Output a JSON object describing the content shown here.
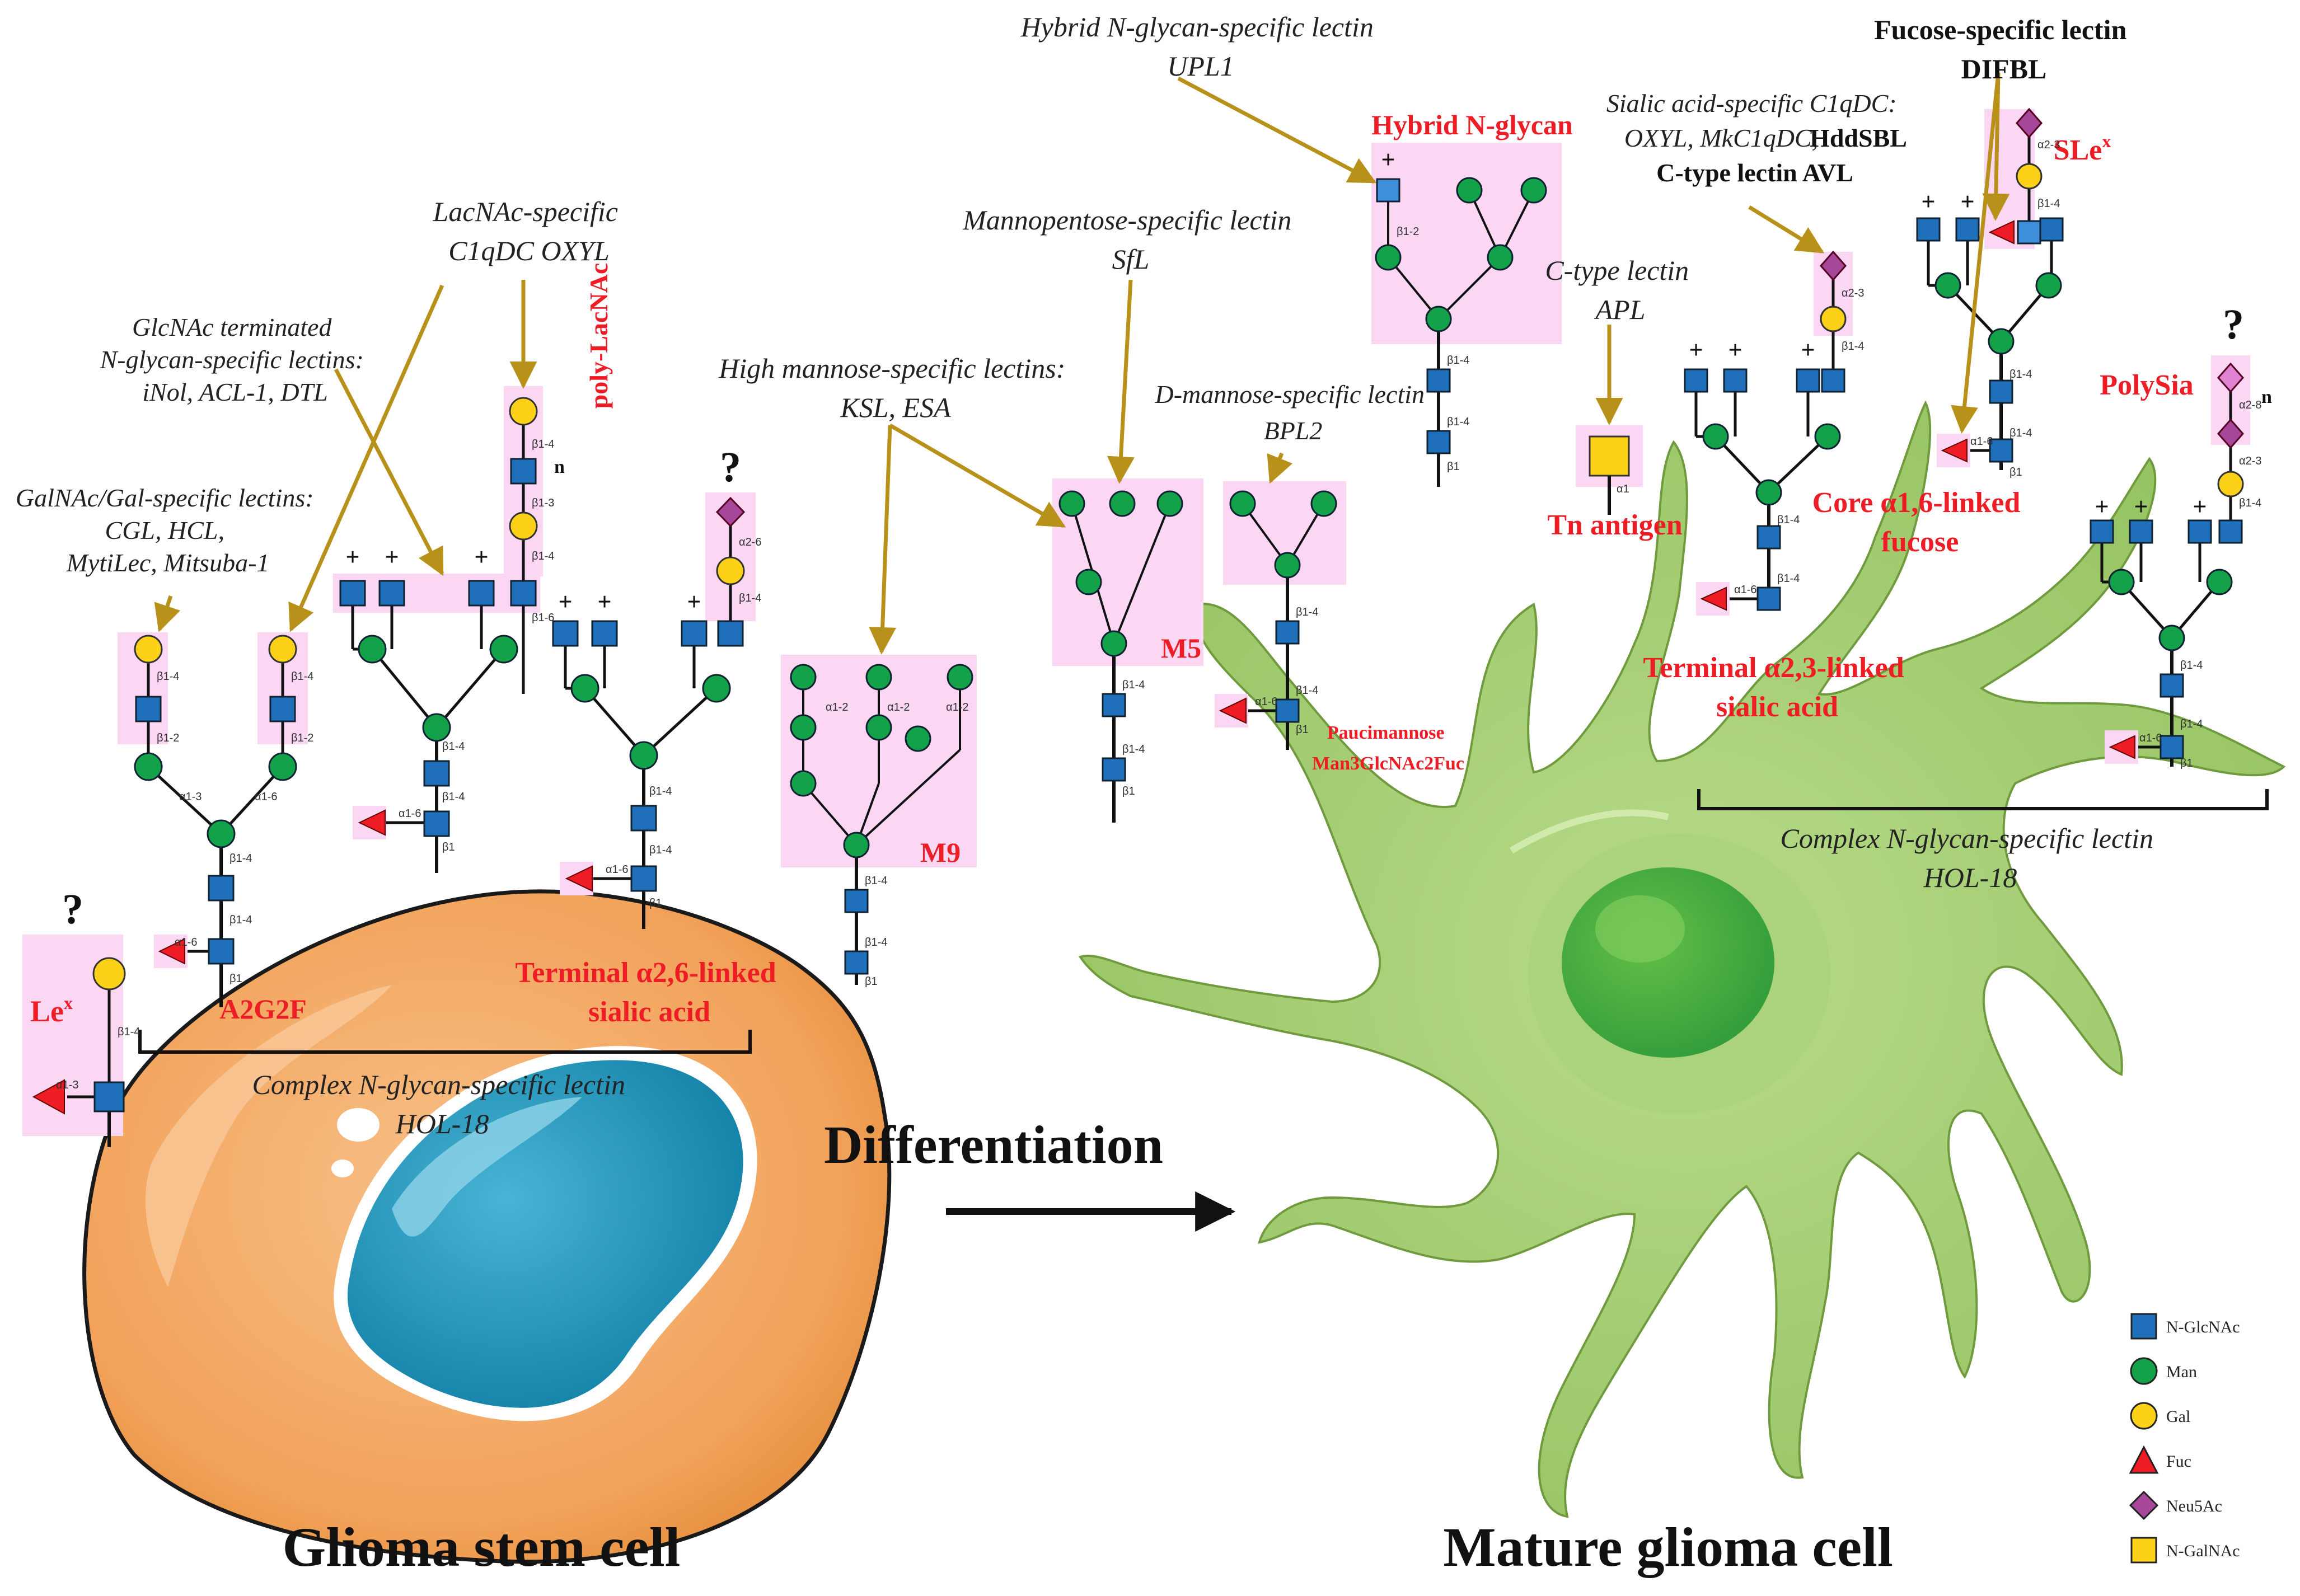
{
  "titles": {
    "left_cell": "Glioma stem cell",
    "right_cell": "Mature glioma cell",
    "process": "Differentiation"
  },
  "lectins": {
    "galnac_gal": [
      "GalNAc/Gal-specific lectins:",
      "CGL, HCL,",
      "MytiLec, Mitsuba-1"
    ],
    "glcnac_term": [
      "GlcNAc terminated",
      "N-glycan-specific lectins:",
      "iNol, ACL-1, DTL"
    ],
    "lacnac": [
      "LacNAc-specific",
      "C1qDC OXYL"
    ],
    "high_mannose": [
      "High mannose-specific lectins:",
      "KSL, ESA"
    ],
    "mannopentose": [
      "Mannopentose-specific lectin",
      "SfL"
    ],
    "d_mannose": [
      "D-mannose-specific lectin",
      "BPL2"
    ],
    "hybrid": [
      "Hybrid N-glycan-specific lectin",
      "UPL1"
    ],
    "ctype_apl": [
      "C-type lectin",
      "APL"
    ],
    "sialic": [
      "Sialic acid-specific C1qDC:",
      "OXYL, MkC1qDC,",
      "HddSBL",
      "C-type lectin AVL"
    ],
    "fucose": [
      "Fucose-specific lectin",
      "DIFBL"
    ],
    "complex_left": [
      "Complex N-glycan-specific lectin",
      "HOL-18"
    ],
    "complex_right": [
      "Complex N-glycan-specific lectin",
      "HOL-18"
    ]
  },
  "glycans": {
    "poly_lacnac": "poly-LacNAc",
    "a2g2f": "A2G2F",
    "lex": "Le",
    "lex_sup": "x",
    "term_a26": [
      "Terminal α2,6-linked",
      "sialic acid"
    ],
    "m9": "M9",
    "m5": "M5",
    "pauci": [
      "Paucimannose",
      "Man3GlcNAc2Fuc"
    ],
    "hybrid": "Hybrid N-glycan",
    "tn": "Tn antigen",
    "term_a23": [
      "Terminal α2,3-linked",
      "sialic acid"
    ],
    "core_fuc": [
      "Core α1,6-linked",
      "fucose"
    ],
    "slex": "SLe",
    "slex_sup": "x",
    "polysia": "PolySia",
    "unknown": "?",
    "repeat_n": "n"
  },
  "linkages": {
    "b14": "β1-4",
    "b12": "β1-2",
    "b13": "β1-3",
    "b16": "β1-6",
    "b1": "β1",
    "a13": "α1-3",
    "a16": "α1-6",
    "a12": "α1-2",
    "a26": "α2-6",
    "a23": "α2-3",
    "a28": "α2-8",
    "a1": "α1"
  },
  "legend": [
    {
      "shape": "square",
      "color": "#1f6fba",
      "label": "N-GlcNAc"
    },
    {
      "shape": "circle",
      "color": "#13a24a",
      "label": "Man"
    },
    {
      "shape": "circle",
      "color": "#fdd117",
      "label": "Gal"
    },
    {
      "shape": "triangle",
      "color": "#ee1c25",
      "label": "Fuc"
    },
    {
      "shape": "diamond",
      "color": "#a7479a",
      "label": "Neu5Ac"
    },
    {
      "shape": "square",
      "color": "#fdd117",
      "label": "N-GalNAc"
    }
  ],
  "colors": {
    "glcnac": "#1f6fba",
    "man": "#13a24a",
    "gal": "#fdd117",
    "fuc": "#ee1c25",
    "neu5ac": "#a7479a",
    "galnac": "#fdd117",
    "highlight": "#fbd7f4",
    "arrow": "#b8911a",
    "red_label": "#ee1c25",
    "stem_cell": "#f2a25a",
    "stem_nucleus": "#1d8fb4",
    "mature_cell": "#9cc866"
  }
}
